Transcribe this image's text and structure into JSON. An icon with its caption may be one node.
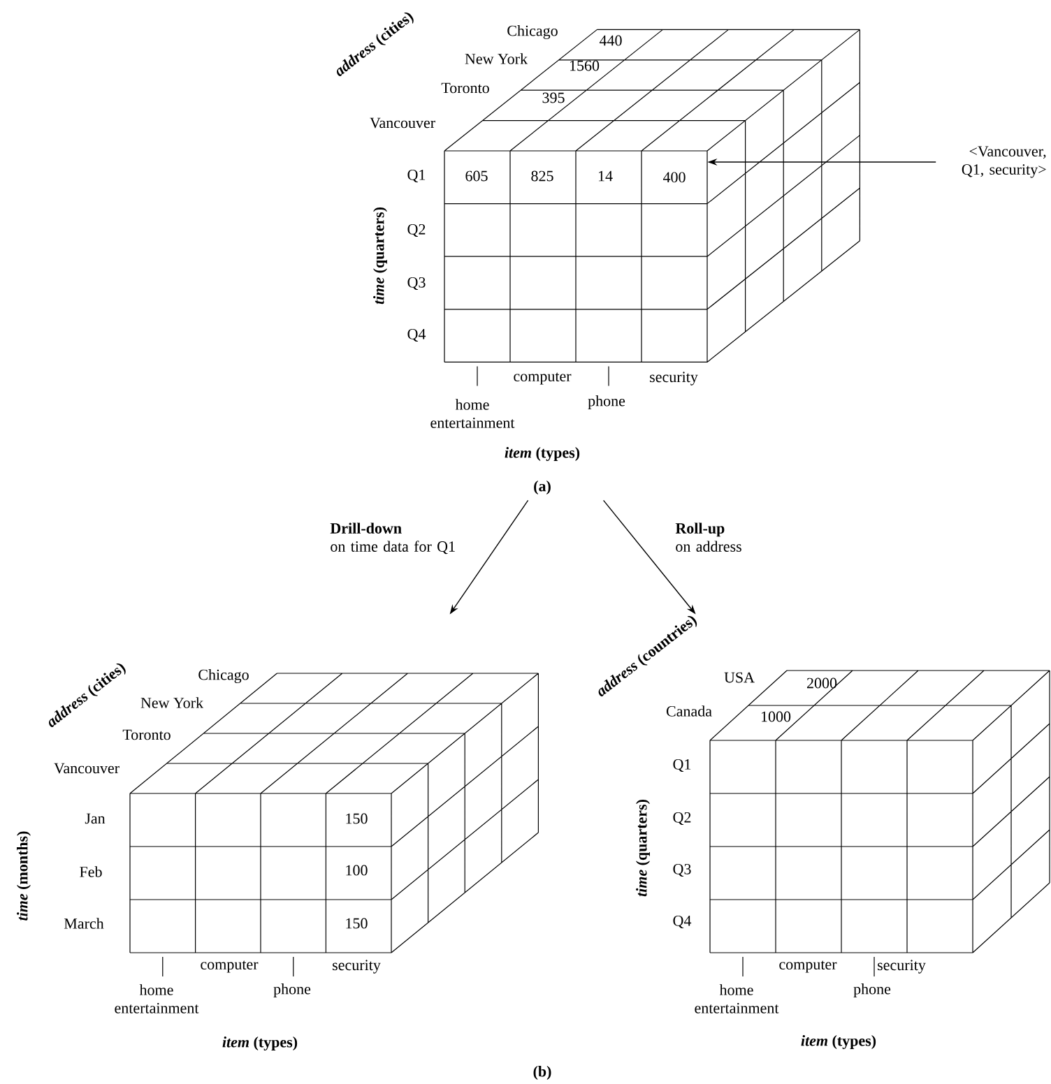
{
  "diagram": {
    "nodes": [
      {
        "text": [
          "*address* (cities)",
          "Chicago",
          "New York",
          "Toronto",
          "Vancouver",
          "440",
          "1560",
          "395",
          "Q1",
          "605",
          "825",
          "14",
          "Q2",
          "Q3",
          "Q4",
          "*time* (quarters)",
          "computer",
          "security",
          "home entertainment",
          "phone",
          "*item* (types)"
        ],
        "beside": [
          "(a)"
        ]
      },
      {
        "text": [
          "400"
        ],
        "in": 0
      },
      {
        "text": [
          "<Vancouver, Q1, security>"
        ]
      },
      {
        "text": [
          "*address* (cities)",
          "Chicago",
          "New York",
          "Toronto",
          "Vancouver",
          "Jan",
          "150",
          "Feb",
          "100",
          "March",
          "150",
          "*time* (months)",
          "computer",
          "security",
          "home entertainment",
          "phone",
          "*item* (types)"
        ]
      },
      {
        "text": [
          "*address* (countries)",
          "USA",
          "2000",
          "Canada",
          "1000",
          "Q1",
          "Q2",
          "Q3",
          "Q4",
          "*time* (quarters)",
          "computer",
          "security",
          "home entertainment",
          "phone",
          "*item* (types)"
        ]
      }
    ],
    "edges": [
      {
        "from": 2,
        "to": 1,
        "arrow": "to"
      },
      {
        "from": 0,
        "to": 3,
        "arrow": "to",
        "label": "**Drill-down** on time data for Q1"
      },
      {
        "from": 0,
        "to": 4,
        "arrow": "to",
        "label": "**Roll-up** on address"
      }
    ],
    "labels": [
      "(b)"
    ]
  }
}
